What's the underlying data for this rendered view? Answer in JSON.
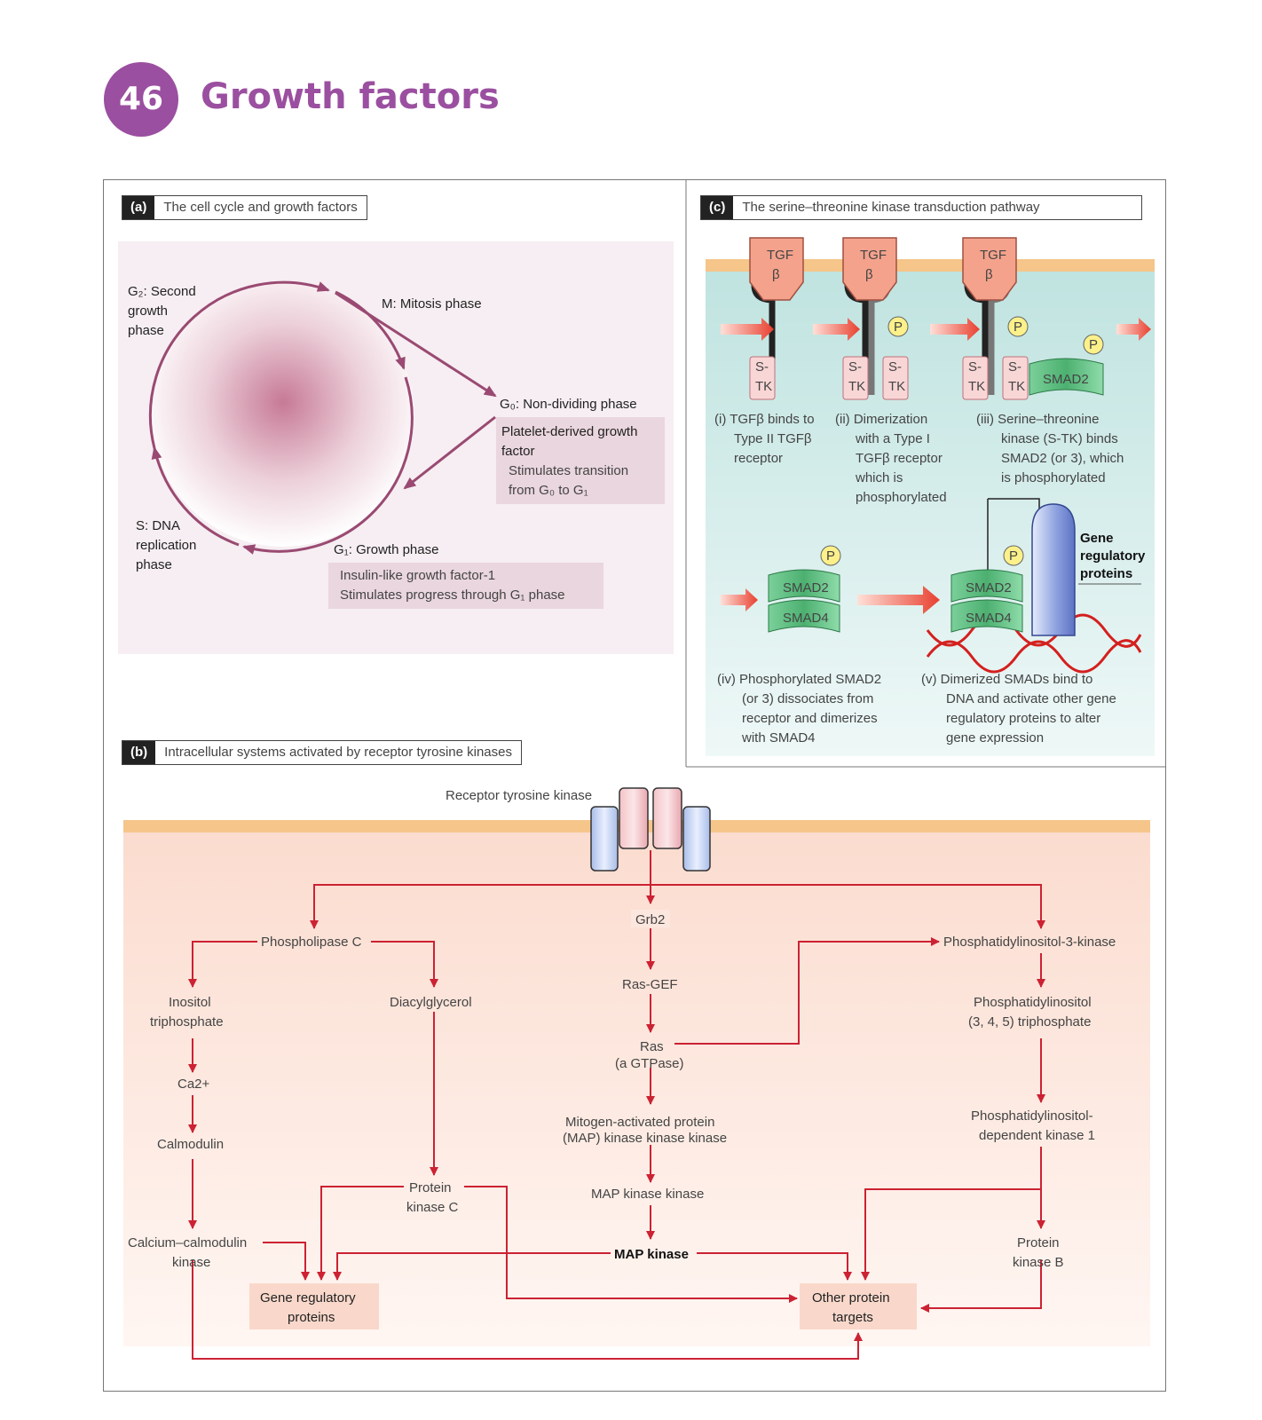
{
  "header": {
    "chapter_number": "46",
    "title": "Growth factors"
  },
  "panel_a": {
    "letter": "(a)",
    "caption": "The cell cycle and growth factors",
    "g2": [
      "G₂: Second",
      "growth",
      "phase"
    ],
    "m": "M: Mitosis phase",
    "g0": "G₀: Non-dividing phase",
    "pdgf_title": [
      "Platelet-derived growth",
      "factor"
    ],
    "pdgf_desc": [
      "Stimulates transition",
      "from G₀ to G₁"
    ],
    "s": [
      "S: DNA",
      "replication",
      "phase"
    ],
    "g1": "G₁: Growth phase",
    "igf": [
      "Insulin-like growth factor-1",
      "Stimulates progress through G₁ phase"
    ]
  },
  "panel_b": {
    "letter": "(b)",
    "caption": "Intracellular systems activated by receptor tyrosine kinases",
    "receptor": "Receptor tyrosine kinase",
    "grb2": "Grb2",
    "ras_gef": "Ras-GEF",
    "ras": [
      "Ras",
      "(a GTPase)"
    ],
    "mapkkk": [
      "Mitogen-activated protein",
      "(MAP) kinase kinase kinase"
    ],
    "mapkk": "MAP kinase kinase",
    "mapk": "MAP kinase",
    "plc": "Phospholipase C",
    "ip3": [
      "Inositol",
      "triphosphate"
    ],
    "dag": "Diacylglycerol",
    "ca": "Ca2+",
    "calmodulin": "Calmodulin",
    "camk": [
      "Calcium–calmodulin",
      "kinase"
    ],
    "pkc": [
      "Protein",
      "kinase C"
    ],
    "gene_reg": [
      "Gene regulatory",
      "proteins"
    ],
    "other_targets": [
      "Other protein",
      "targets"
    ],
    "pi3k": "Phosphatidylinositol-3-kinase",
    "pip3": [
      "Phosphatidylinositol",
      "(3, 4, 5) triphosphate"
    ],
    "pdk1": [
      "Phosphatidylinositol-",
      "dependent kinase 1"
    ],
    "pkb": [
      "Protein",
      "kinase B"
    ]
  },
  "panel_c": {
    "letter": "(c)",
    "caption": "The serine–threonine kinase transduction pathway",
    "tgf": [
      "TGF",
      "β"
    ],
    "stk": [
      "S-",
      "TK"
    ],
    "p": "P",
    "smad2": "SMAD2",
    "smad4": "SMAD4",
    "gene_reg": [
      "Gene",
      "regulatory",
      "proteins"
    ],
    "step1": [
      "(i) TGFβ binds to",
      "Type II TGFβ",
      "receptor"
    ],
    "step2": [
      "(ii) Dimerization",
      "with a Type I",
      "TGFβ receptor",
      "which is",
      "phosphorylated"
    ],
    "step3": [
      "(iii) Serine–threonine",
      "kinase (S-TK) binds",
      "SMAD2 (or 3), which",
      "is phosphorylated"
    ],
    "step4": [
      "(iv) Phosphorylated SMAD2",
      "(or 3) dissociates from",
      "receptor and dimerizes",
      "with SMAD4"
    ],
    "step5": [
      "(v)  Dimerized SMADs bind to",
      "DNA and activate other gene",
      "regulatory proteins to alter",
      "gene expression"
    ]
  },
  "colors": {
    "accent": "#9b4fa0",
    "arrow": "#cc2233",
    "cycle": "#9a4a72"
  }
}
